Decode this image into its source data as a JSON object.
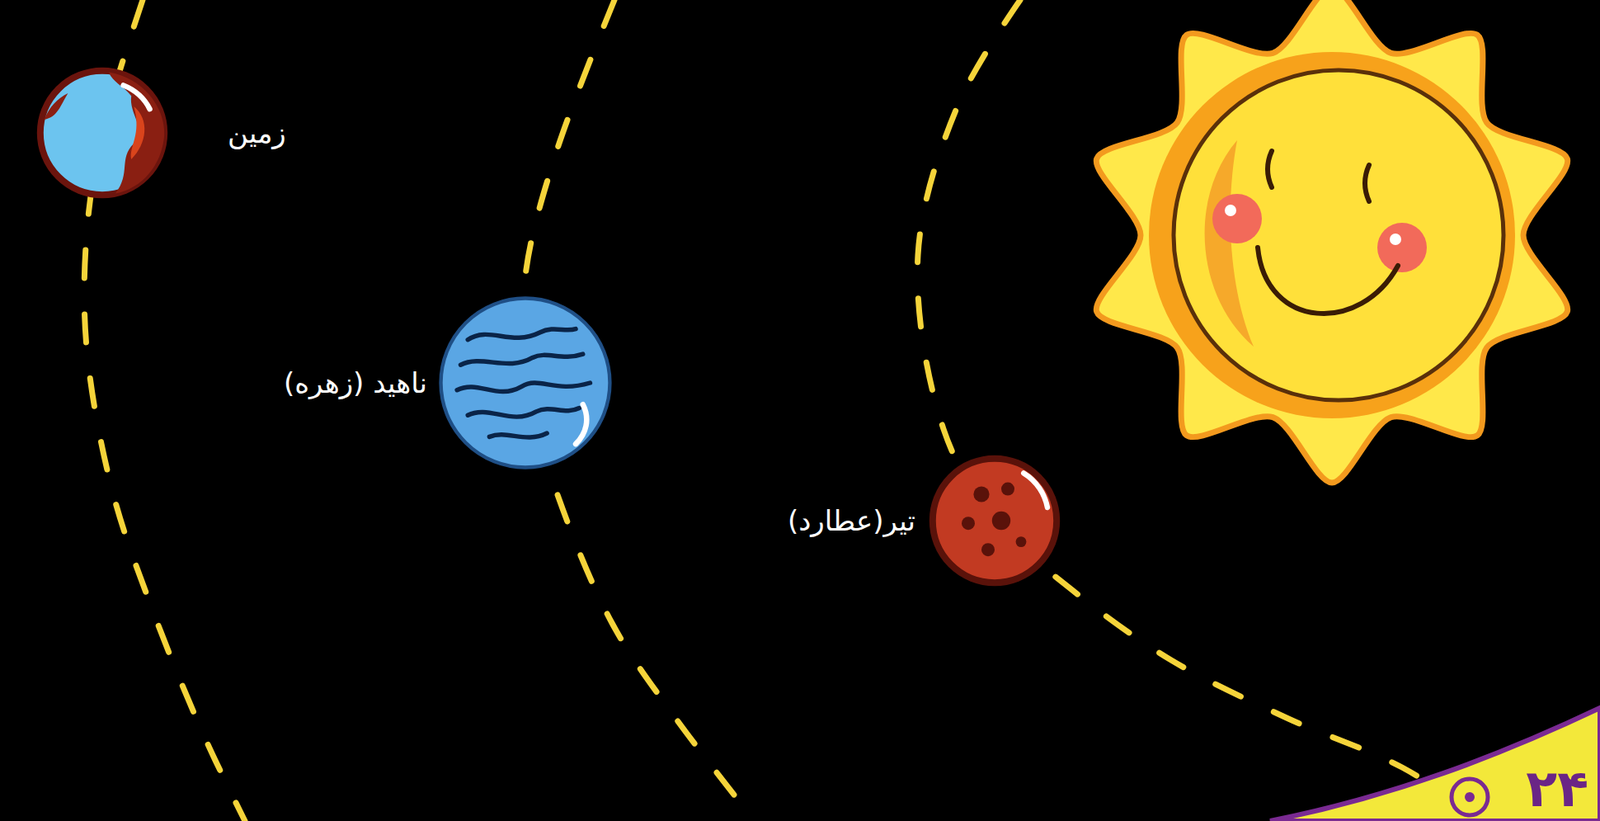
{
  "diagram": {
    "nodes": [
      {
        "text": [
          "زمین"
        ]
      },
      {
        "text": [
          "ناهید (زهره)"
        ]
      },
      {
        "text": [
          "تیر(عطارد)"
        ]
      }
    ],
    "labels": [
      "۲۴"
    ]
  }
}
